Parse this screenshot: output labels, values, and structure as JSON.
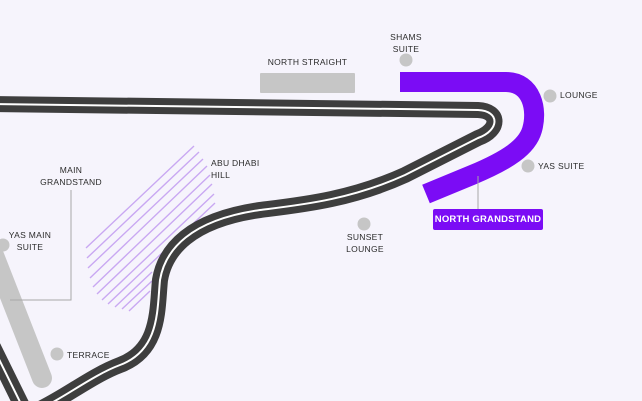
{
  "colors": {
    "background": "#f6f4fc",
    "track": "#3e3e3e",
    "track_center_line": "#ffffff",
    "accent": "#7b0cf5",
    "hatch": "#c9a8f2",
    "marker": "#c6c6c6",
    "leader_line": "#a8a8a8"
  },
  "labels": {
    "shams_suite": "SHAMS\nSUITE",
    "north_straight": "NORTH STRAIGHT",
    "lounge": "LOUNGE",
    "yas_suite": "YAS SUITE",
    "abu_dhabi_hill": "ABU DHABI\nHILL",
    "main_grandstand": "MAIN\nGRANDSTAND",
    "yas_main_suite": "YAS MAIN\nSUITE",
    "sunset_lounge": "SUNSET\nLOUNGE",
    "terrace": "TERRACE"
  },
  "selected": {
    "label": "NORTH GRANDSTAND"
  }
}
